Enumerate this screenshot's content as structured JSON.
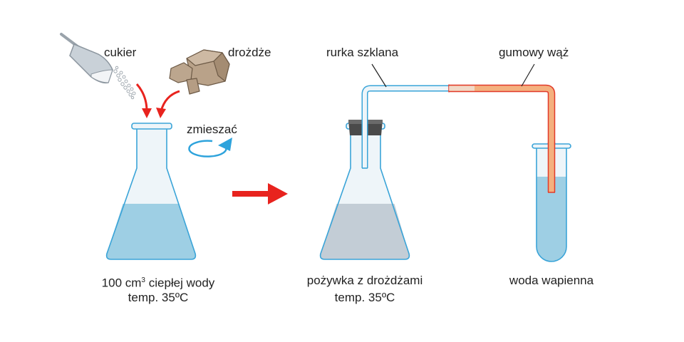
{
  "labels": {
    "sugar": "cukier",
    "yeast": "drożdże",
    "stir": "zmieszać",
    "glass_tube": "rurka szklana",
    "rubber_hose": "gumowy wąż",
    "flask1_line1_prefix": "100 cm",
    "flask1_line1_sup": "3",
    "flask1_line1_suffix": " ciepłej wody",
    "flask1_line2": "temp. 35ºC",
    "flask2_line1": "pożywka z drożdżami",
    "flask2_line2": "temp. 35ºC",
    "tube_label": "woda wapienna"
  },
  "colors": {
    "water": "#9ecfe4",
    "medium": "#c3cdd6",
    "glass_outline": "#3aa4d8",
    "arrow_red": "#e8231e",
    "stir_arrow": "#2ea3dc",
    "rubber_hose": "#f4b07e",
    "rubber_hose_outline": "#e13a2a",
    "stopper": "#4a4a4a",
    "yeast": "#b9a289",
    "sugar_cup": "#c9d1d8"
  }
}
